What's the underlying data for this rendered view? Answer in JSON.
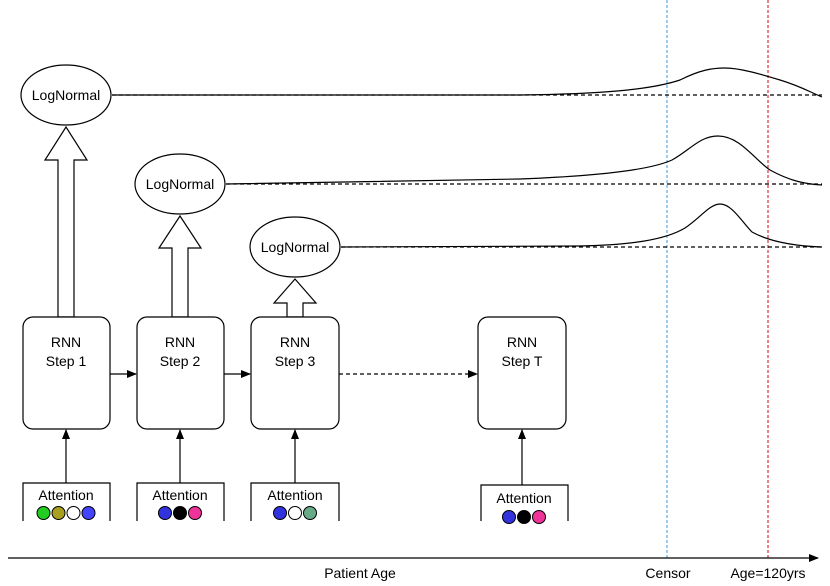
{
  "distributions": [
    {
      "label": "LogNormal"
    },
    {
      "label": "LogNormal"
    },
    {
      "label": "LogNormal"
    }
  ],
  "rnn_steps": [
    {
      "line1": "RNN",
      "line2": "Step 1"
    },
    {
      "line1": "RNN",
      "line2": "Step 2"
    },
    {
      "line1": "RNN",
      "line2": "Step 3"
    },
    {
      "line1": "RNN",
      "line2": "Step T"
    }
  ],
  "attention": [
    {
      "label": "Attention",
      "dots": [
        "#22cc22",
        "#a8a020",
        "#ffffff",
        "#4444ff"
      ]
    },
    {
      "label": "Attention",
      "dots": [
        "#3333dd",
        "#000000",
        "#ee3399"
      ]
    },
    {
      "label": "Attention",
      "dots": [
        "#3333dd",
        "#ffffff",
        "#66aa88"
      ]
    },
    {
      "label": "Attention",
      "dots": [
        "#3333dd",
        "#000000",
        "#ee3399"
      ]
    }
  ],
  "axis": {
    "xlabel": "Patient Age",
    "censor_label": "Censor",
    "age_label": "Age=120yrs"
  },
  "colors": {
    "censor_line": "#5aa9e6",
    "age_line": "#e0303a"
  }
}
